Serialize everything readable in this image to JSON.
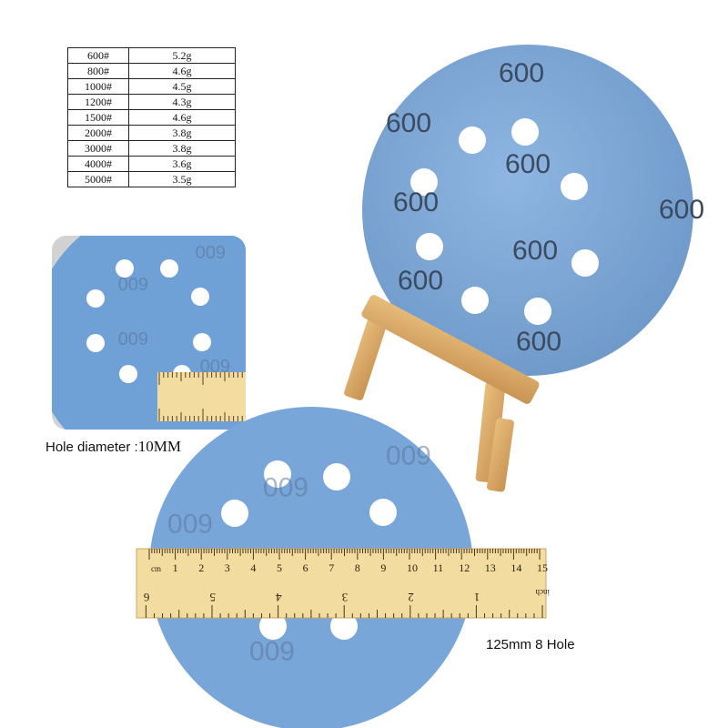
{
  "spec_table": {
    "rows": [
      {
        "grit": "600#",
        "weight": "5.2g"
      },
      {
        "grit": "800#",
        "weight": "4.6g"
      },
      {
        "grit": "1000#",
        "weight": "4.5g"
      },
      {
        "grit": "1200#",
        "weight": "4.3g"
      },
      {
        "grit": "1500#",
        "weight": "4.6g"
      },
      {
        "grit": "2000#",
        "weight": "3.8g"
      },
      {
        "grit": "3000#",
        "weight": "3.8g"
      },
      {
        "grit": "4000#",
        "weight": "3.6g"
      },
      {
        "grit": "5000#",
        "weight": "3.5g"
      }
    ]
  },
  "disc_marking": "600",
  "ruler": {
    "cm_unit": "cm",
    "inch_unit": "inch",
    "cm_numbers": [
      "1",
      "2",
      "3",
      "4",
      "5",
      "6",
      "7",
      "8",
      "9",
      "10",
      "11",
      "12",
      "13",
      "14",
      "15"
    ],
    "inch_numbers": [
      "1",
      "2",
      "3",
      "4",
      "5",
      "6"
    ]
  },
  "captions": {
    "hole_label": "Hole diameter :",
    "hole_value": "10MM",
    "disc_size": "125mm 8 Hole"
  },
  "colors": {
    "disc_blue": "#7fa9d8",
    "disc_text": "#3b4a5e",
    "ruler_wood": "#f2dca0",
    "easel_wood": "#d9a965"
  }
}
